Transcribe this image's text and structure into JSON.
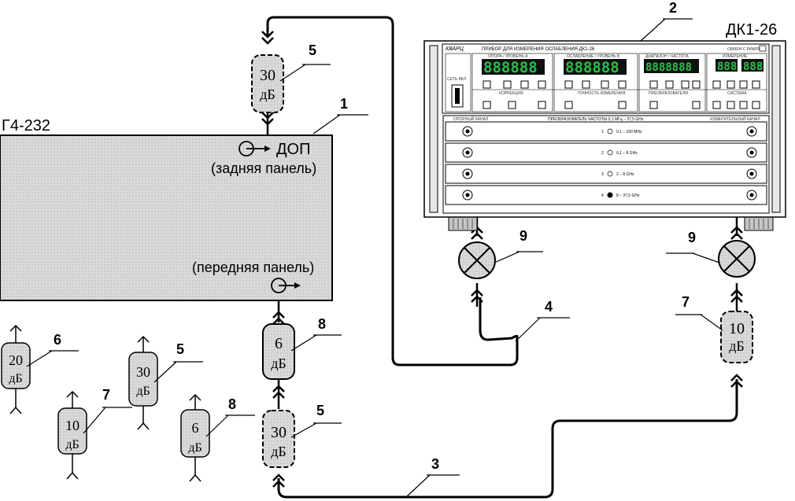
{
  "generator": {
    "name": "Г4-232",
    "number": "1",
    "rear_port": "ДОП",
    "rear_panel": "(задняя панель)",
    "front_panel": "(передняя панель)"
  },
  "device": {
    "name": "ДК1-26",
    "number": "2",
    "brand": "КВАРЦ",
    "title": "ПРИБОР ДЛЯ ИЗМЕРЕНИЯ ОСЛАБЛЕНИЯ ДК1-26",
    "power_label": "СЕТЬ ВКЛ",
    "remote_label": "ОБМЕН С РКМ/РКМ",
    "display_labels": [
      "ОПОРА / УРОВЕНЬ A",
      "ОСЛАБЛЕНИЕ / УРОВЕНЬ B",
      "ДИАПАЗОН / ЧАСТОТА",
      "ИЗМЕРЕНИЕ"
    ],
    "display_values": [
      "888888",
      "888888",
      "8888888",
      "888",
      "888"
    ],
    "section_labels": [
      "КОРРЕКЦИЯ",
      "ТОЧНОСТЬ ИЗМЕРЕНИЯ",
      "ПРЕОБРАЗОВАТЕЛИ",
      "СИСТЕМА"
    ],
    "converter_title": "ПРЕОБРАЗОВАТЕЛЬ ЧАСТОТЫ 0,1 МГц – 37,5 GHz",
    "left_channel": "ОПОРНЫЙ КАНАЛ",
    "right_channel": "ИЗМЕРИТЕЛЬНЫЙ КАНАЛ",
    "bands": [
      {
        "index": "1",
        "range": "0,1 – 100 MHz"
      },
      {
        "index": "2",
        "range": "0,1 – 8 GHz"
      },
      {
        "index": "3",
        "range": "2 – 8 GHz"
      },
      {
        "index": "4",
        "range": "8 – 37,5 GHz"
      }
    ]
  },
  "cables": {
    "cable_3": "3",
    "cable_4": "4"
  },
  "attenuators": [
    {
      "id": "att-top-30",
      "number": "5",
      "value": "30",
      "unit": "дБ"
    },
    {
      "id": "att-front-6",
      "number": "8",
      "value": "6",
      "unit": "дБ"
    },
    {
      "id": "att-bottom-30",
      "number": "5",
      "value": "30",
      "unit": "дБ"
    },
    {
      "id": "att-right-10",
      "number": "7",
      "value": "10",
      "unit": "дБ"
    },
    {
      "id": "spare-20",
      "number": "6",
      "value": "20",
      "unit": "дБ"
    },
    {
      "id": "spare-10",
      "number": "7",
      "value": "10",
      "unit": "дБ"
    },
    {
      "id": "spare-30",
      "number": "5",
      "value": "30",
      "unit": "дБ"
    },
    {
      "id": "spare-6",
      "number": "8",
      "value": "6",
      "unit": "дБ"
    }
  ],
  "mixers": [
    {
      "id": "mixer-left",
      "number": "9"
    },
    {
      "id": "mixer-right",
      "number": "9"
    }
  ]
}
